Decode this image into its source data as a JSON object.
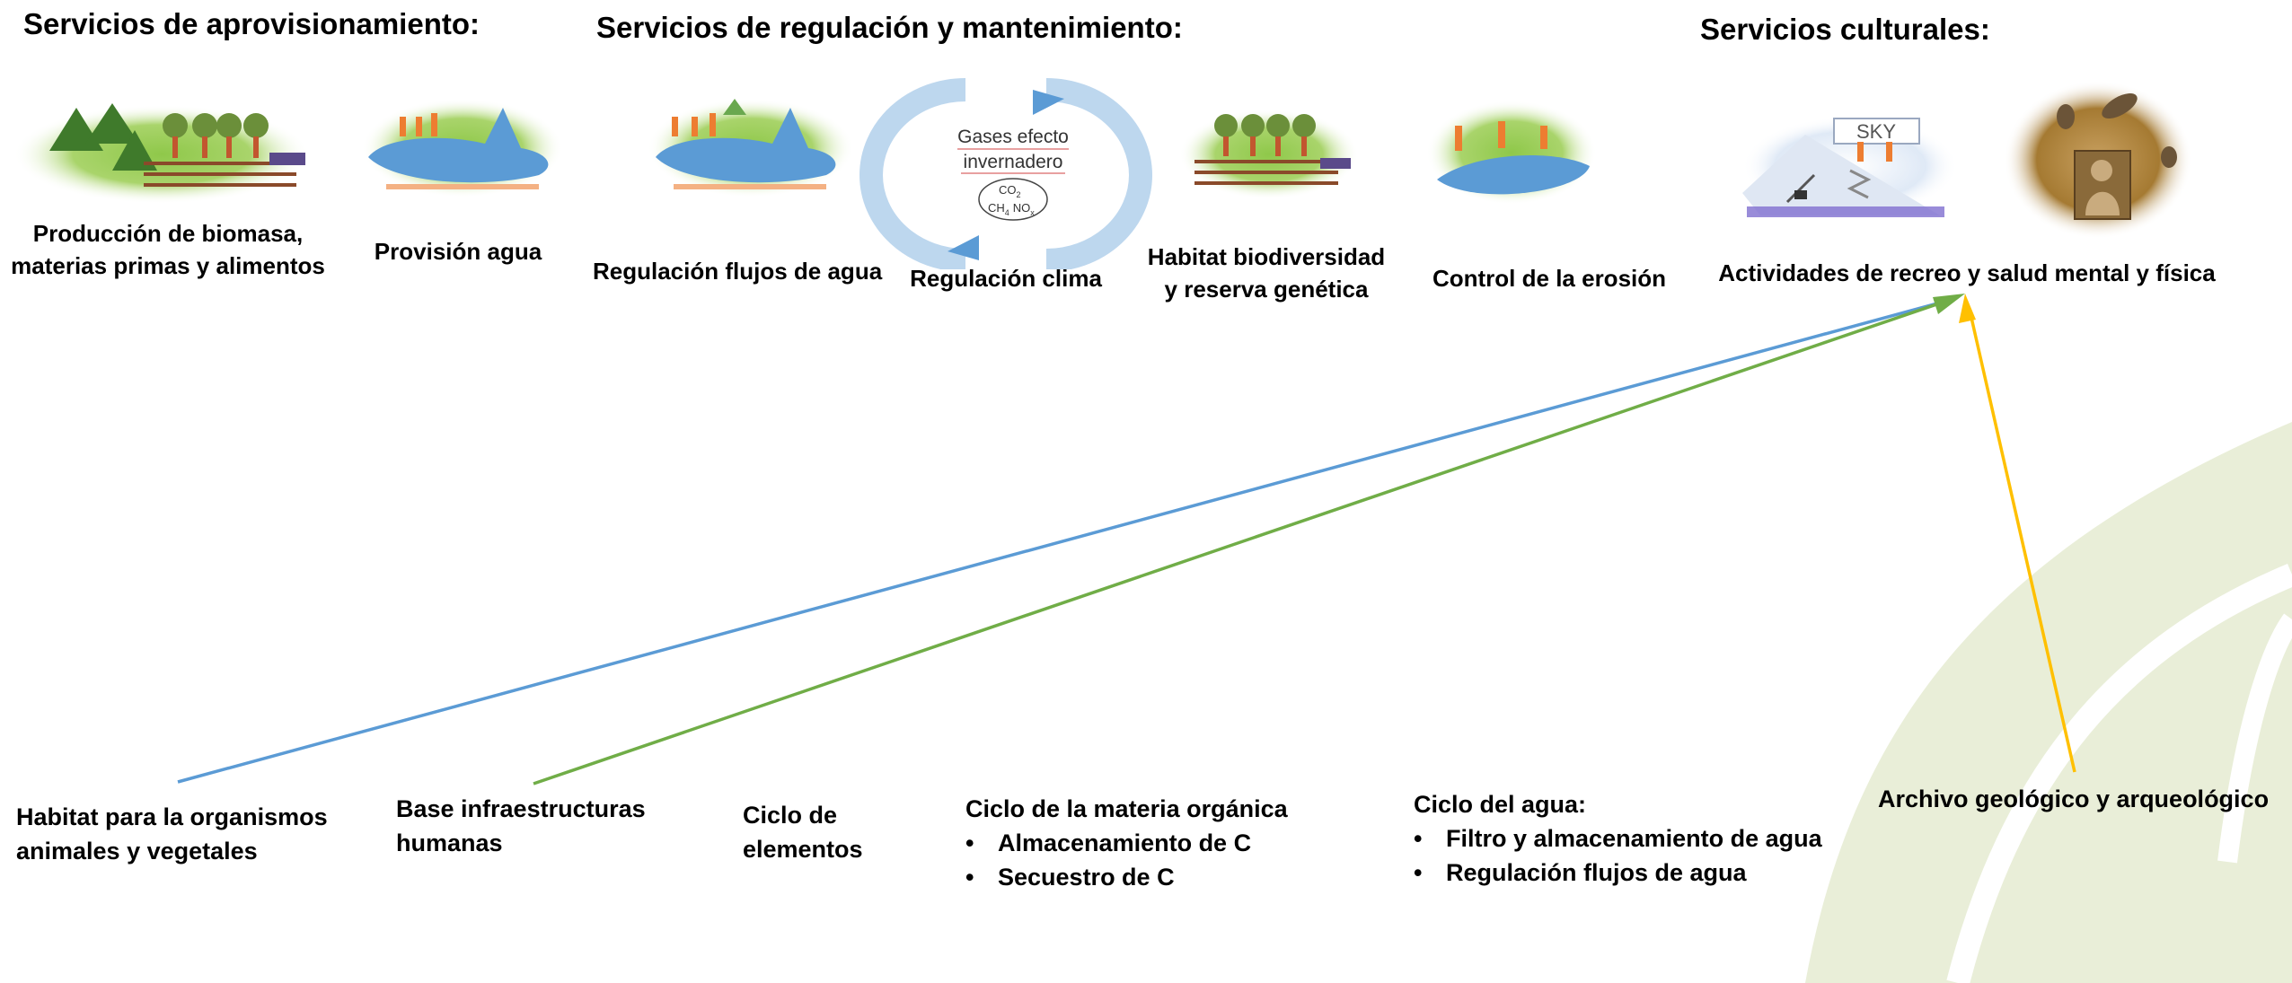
{
  "headers": {
    "provisioning": "Servicios de aprovisionamiento:",
    "regulation": "Servicios de regulación y mantenimiento:",
    "cultural": "Servicios culturales:"
  },
  "services": {
    "biomass": {
      "line1": "Producción de biomasa,",
      "line2": "materias primas y alimentos"
    },
    "water_provision": "Provisión agua",
    "water_flow_regulation": "Regulación flujos de agua",
    "climate_regulation": "Regulación clima",
    "habitat": {
      "line1": "Habitat biodiversidad",
      "line2": "y reserva genética"
    },
    "erosion_control": "Control de la erosión",
    "recreation": "Actividades de recreo y salud mental y física"
  },
  "icons": {
    "greenhouse": {
      "line1": "Gases efecto",
      "line2": "invernadero",
      "gas1": "CO",
      "gas2": "CH",
      "gas3": "NO",
      "sub1": "2",
      "sub2": "4",
      "sub3": "x"
    },
    "ski_sign": "SKY"
  },
  "functions": {
    "habitat_organisms": {
      "line1": "Habitat para la organismos",
      "line2": "animales y vegetales"
    },
    "infrastructure": {
      "line1": "Base infraestructuras",
      "line2": "humanas"
    },
    "element_cycle": {
      "line1": "Ciclo de",
      "line2": "elementos"
    },
    "organic_matter": {
      "title": "Ciclo de la materia orgánica",
      "items": [
        "Almacenamiento de C",
        "Secuestro de C"
      ]
    },
    "water_cycle": {
      "title": "Ciclo del agua:",
      "items": [
        "Filtro y  almacenamiento de agua",
        "Regulación flujos de agua"
      ]
    },
    "geological_archive": "Archivo geológico y arqueológico"
  },
  "connectors": [
    {
      "from": "habitat_organisms",
      "to": "recreation",
      "color": "#5b9bd5"
    },
    {
      "from": "infrastructure",
      "to": "recreation",
      "color": "#70ad47"
    },
    {
      "from": "geological_archive",
      "to": "recreation",
      "color": "#ffc000"
    }
  ]
}
